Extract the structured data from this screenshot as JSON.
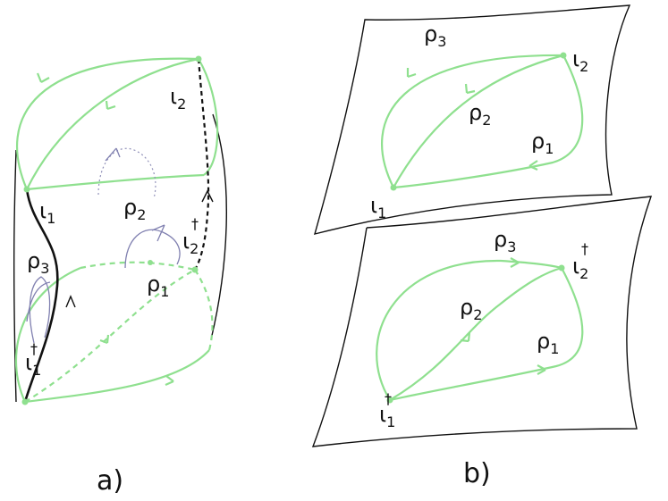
{
  "panel_a": {
    "caption": "a)",
    "labels": {
      "iota2_top": {
        "base": "ι",
        "sub": "2",
        "sup": ""
      },
      "iota1": {
        "base": "ι",
        "sub": "1",
        "sup": ""
      },
      "rho2": {
        "base": "ρ",
        "sub": "2",
        "sup": ""
      },
      "iota2_dag": {
        "base": "ι",
        "sub": "2",
        "sup": "†"
      },
      "rho3": {
        "base": "ρ",
        "sub": "3",
        "sup": ""
      },
      "rho1": {
        "base": "ρ",
        "sub": "1",
        "sup": ""
      },
      "iota1_dag": {
        "base": "ι",
        "sub": "1",
        "sup": "†"
      }
    }
  },
  "panel_b": {
    "caption": "b)",
    "labels": {
      "top_rho3": {
        "base": "ρ",
        "sub": "3",
        "sup": ""
      },
      "top_iota2": {
        "base": "ι",
        "sub": "2",
        "sup": ""
      },
      "top_rho2": {
        "base": "ρ",
        "sub": "2",
        "sup": ""
      },
      "top_rho1": {
        "base": "ρ",
        "sub": "1",
        "sup": ""
      },
      "top_iota1": {
        "base": "ι",
        "sub": "1",
        "sup": ""
      },
      "bot_rho3": {
        "base": "ρ",
        "sub": "3",
        "sup": ""
      },
      "bot_iota2": {
        "base": "ι",
        "sub": "2",
        "sup": "†"
      },
      "bot_rho2": {
        "base": "ρ",
        "sub": "2",
        "sup": ""
      },
      "bot_rho1": {
        "base": "ρ",
        "sub": "1",
        "sup": ""
      },
      "bot_iota1": {
        "base": "ι",
        "sub": "1",
        "sup": "†"
      }
    }
  },
  "colors": {
    "path_green": "#8fe08f",
    "outline_black": "#111111",
    "loop_purple": "#8080b0"
  }
}
